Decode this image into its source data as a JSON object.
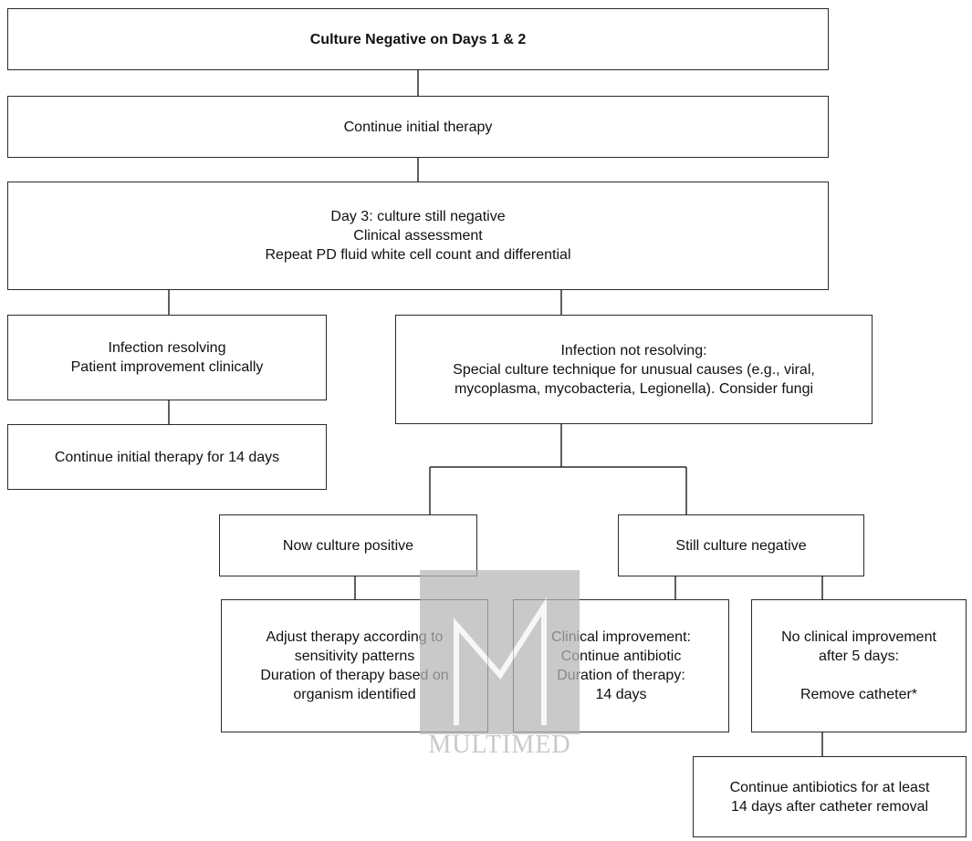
{
  "diagram": {
    "start": {
      "lines": [
        "Culture Negative on Days 1 & 2"
      ]
    },
    "continue_initial": {
      "lines": [
        "Continue initial therapy"
      ]
    },
    "day3": {
      "lines": [
        "Day 3: culture still negative",
        "Clinical assessment",
        "Repeat PD fluid white cell count and differential"
      ]
    },
    "resolving": {
      "lines": [
        "Infection resolving",
        "Patient improvement clinically"
      ]
    },
    "not_resolving": {
      "lines": [
        "Infection not resolving:",
        "Special culture technique for unusual causes (e.g., viral,",
        "mycoplasma, mycobacteria, Legionella). Consider fungi"
      ]
    },
    "continue_14": {
      "lines": [
        "Continue initial therapy for 14 days"
      ]
    },
    "now_positive": {
      "lines": [
        "Now culture positive"
      ]
    },
    "still_negative": {
      "lines": [
        "Still culture negative"
      ]
    },
    "adjust": {
      "lines": [
        "Adjust therapy according to",
        "sensitivity patterns",
        "Duration of therapy based on",
        "organism identified"
      ]
    },
    "clinical_improvement": {
      "lines": [
        "Clinical improvement:",
        "Continue antibiotic",
        "Duration of therapy:",
        "14 days"
      ]
    },
    "no_improvement": {
      "lines": [
        "No clinical improvement",
        "after 5 days:",
        "",
        "Remove catheter*"
      ]
    },
    "continue_antibiotics": {
      "lines": [
        "Continue antibiotics for at least",
        "14 days after catheter removal"
      ]
    }
  },
  "watermark": {
    "text": "MULTIMED"
  }
}
